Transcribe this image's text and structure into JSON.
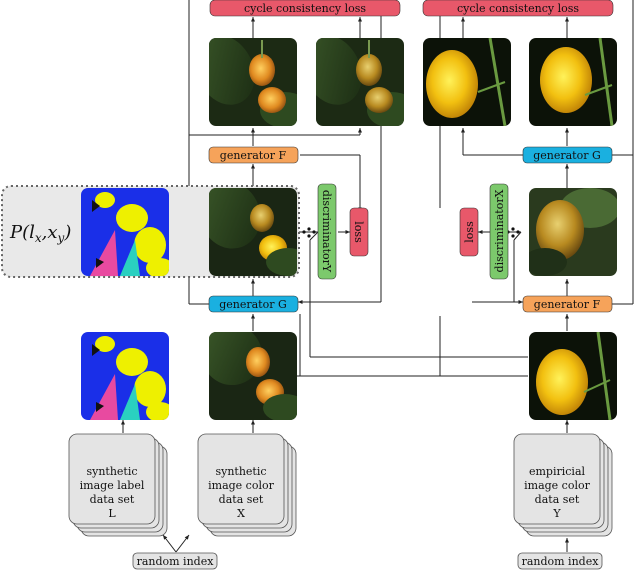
{
  "labels": {
    "cycle_loss_left": "cycle consistency loss",
    "cycle_loss_right": "cycle consistency loss",
    "gen_f_top": "generator F",
    "gen_g_mid": "generator G",
    "gen_g_top_right": "generator G",
    "gen_f_mid_right": "generator F",
    "disc_y": "discriminatorY",
    "disc_x": "discriminatorX",
    "loss_left": "loss",
    "loss_right": "loss",
    "joint": "P(l",
    "joint_sub1": "x",
    "joint_mid": ",x",
    "joint_sub2": "y",
    "joint_end": ")",
    "random_index_left": "random index",
    "random_index_right": "random index"
  },
  "datasets": {
    "label_set": [
      "synthetic",
      "image label",
      "data set",
      "L"
    ],
    "color_set": [
      "synthetic",
      "image color",
      "data set",
      "X"
    ],
    "empirical_set": [
      "empiricial",
      "image color",
      "data set",
      "Y"
    ]
  },
  "colors": {
    "loss_red": "#e8586a",
    "generator_blue": "#1ab0e0",
    "generator_orange": "#f6a35a",
    "disc_green": "#7cc96c",
    "dataset_gray": "#e4e4e4",
    "label_blue": "#1a2fe8",
    "label_yellow": "#eef000"
  }
}
